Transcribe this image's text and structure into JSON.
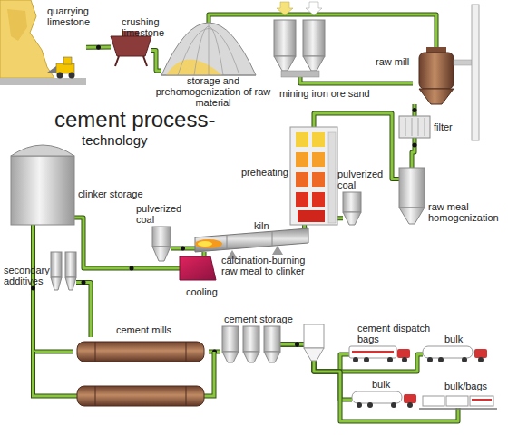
{
  "diagram": {
    "title": "cement process-technology",
    "nodes": [
      {
        "text": [
          "quarrying limestone"
        ]
      },
      {
        "text": [
          "crushing limestone"
        ]
      },
      {
        "text": [
          "storage and prehomogenization of raw material"
        ]
      },
      {
        "text": [
          "mining iron ore sand"
        ]
      },
      {
        "text": [
          "raw mill"
        ]
      },
      {
        "text": [
          "filter"
        ]
      },
      {
        "text": [
          "raw meal homogenization"
        ]
      },
      {
        "text": [
          "pulverized coal"
        ]
      },
      {
        "text": [
          "preheating"
        ]
      },
      {
        "text": [
          "kiln",
          "calcination-burning raw meal to clinker"
        ]
      },
      {
        "text": [
          "pulverized coal"
        ]
      },
      {
        "text": [
          "cooling"
        ]
      },
      {
        "text": [
          "clinker storage"
        ]
      },
      {
        "text": [
          "secondary additives"
        ]
      },
      {
        "text": [
          "cement mills"
        ]
      },
      {
        "text": [
          "cement storage"
        ]
      },
      {
        "text": [
          "cement dispatch bags"
        ]
      },
      {
        "text": [
          "bulk"
        ]
      },
      {
        "text": [
          "bulk"
        ]
      },
      {
        "text": [
          "bulk/bags"
        ]
      }
    ],
    "edges": [
      {
        "from": 0,
        "to": 1,
        "arrow": "none"
      },
      {
        "from": 1,
        "to": 2,
        "arrow": "none"
      },
      {
        "from": 2,
        "to": 4,
        "arrow": "none"
      },
      {
        "from": 3,
        "to": 4,
        "arrow": "none"
      },
      {
        "from": 4,
        "to": 5,
        "arrow": "none"
      },
      {
        "from": 5,
        "to": 6,
        "arrow": "none"
      },
      {
        "from": 6,
        "to": 8,
        "arrow": "none"
      },
      {
        "from": 7,
        "to": 8,
        "arrow": "none"
      },
      {
        "from": 8,
        "to": 9,
        "arrow": "none"
      },
      {
        "from": 10,
        "to": 9,
        "arrow": "none"
      },
      {
        "from": 9,
        "to": 11,
        "arrow": "none"
      },
      {
        "from": 11,
        "to": 12,
        "arrow": "none"
      },
      {
        "from": 12,
        "to": 14,
        "arrow": "none"
      },
      {
        "from": 13,
        "to": 14,
        "arrow": "none"
      },
      {
        "from": 14,
        "to": 15,
        "arrow": "none"
      },
      {
        "from": 15,
        "to": 16,
        "arrow": "none"
      },
      {
        "from": 15,
        "to": 17,
        "arrow": "none"
      },
      {
        "from": 15,
        "to": 18,
        "arrow": "none"
      },
      {
        "from": 15,
        "to": 19,
        "arrow": "none"
      }
    ]
  }
}
